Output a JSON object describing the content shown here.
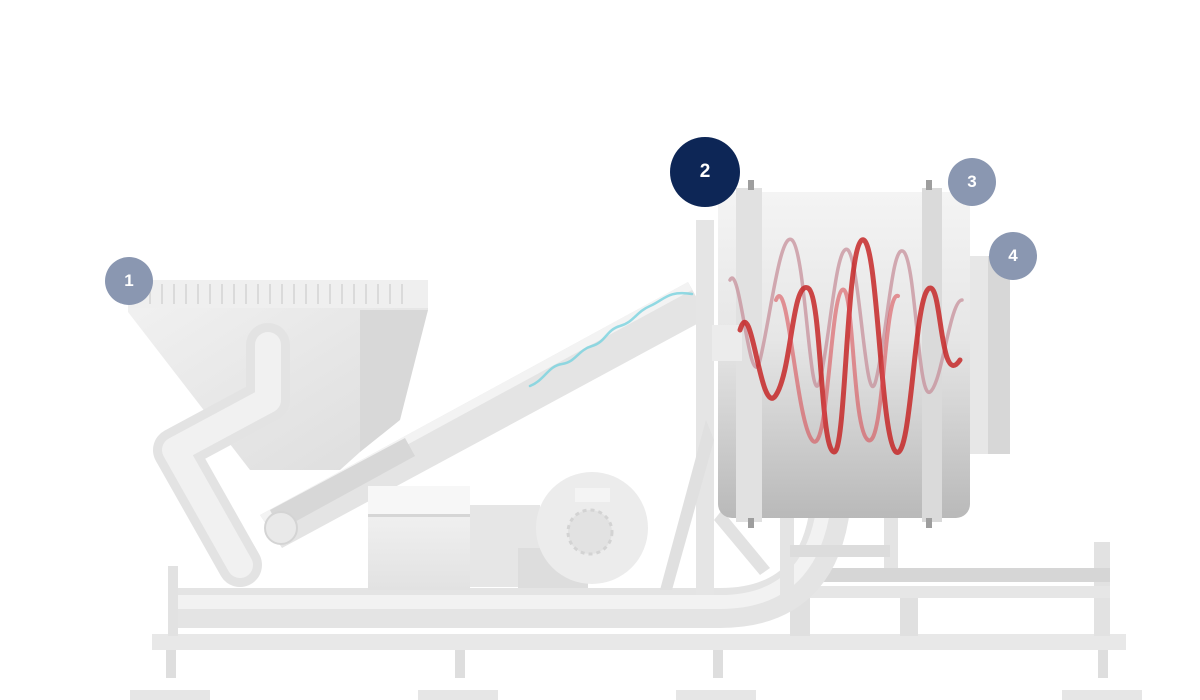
{
  "colors": {
    "marker_inactive": "#8a97b1",
    "marker_active": "#0d2656",
    "coil_red": "#c62828",
    "wave_cyan": "#7fd3df",
    "machine_light": "#eeeeee",
    "machine_mid": "#d9d9d9",
    "machine_dark": "#bdbdbd"
  },
  "markers": [
    {
      "id": "1",
      "label": "1",
      "active": false
    },
    {
      "id": "2",
      "label": "2",
      "active": true
    },
    {
      "id": "3",
      "label": "3",
      "active": false
    },
    {
      "id": "4",
      "label": "4",
      "active": false
    }
  ]
}
